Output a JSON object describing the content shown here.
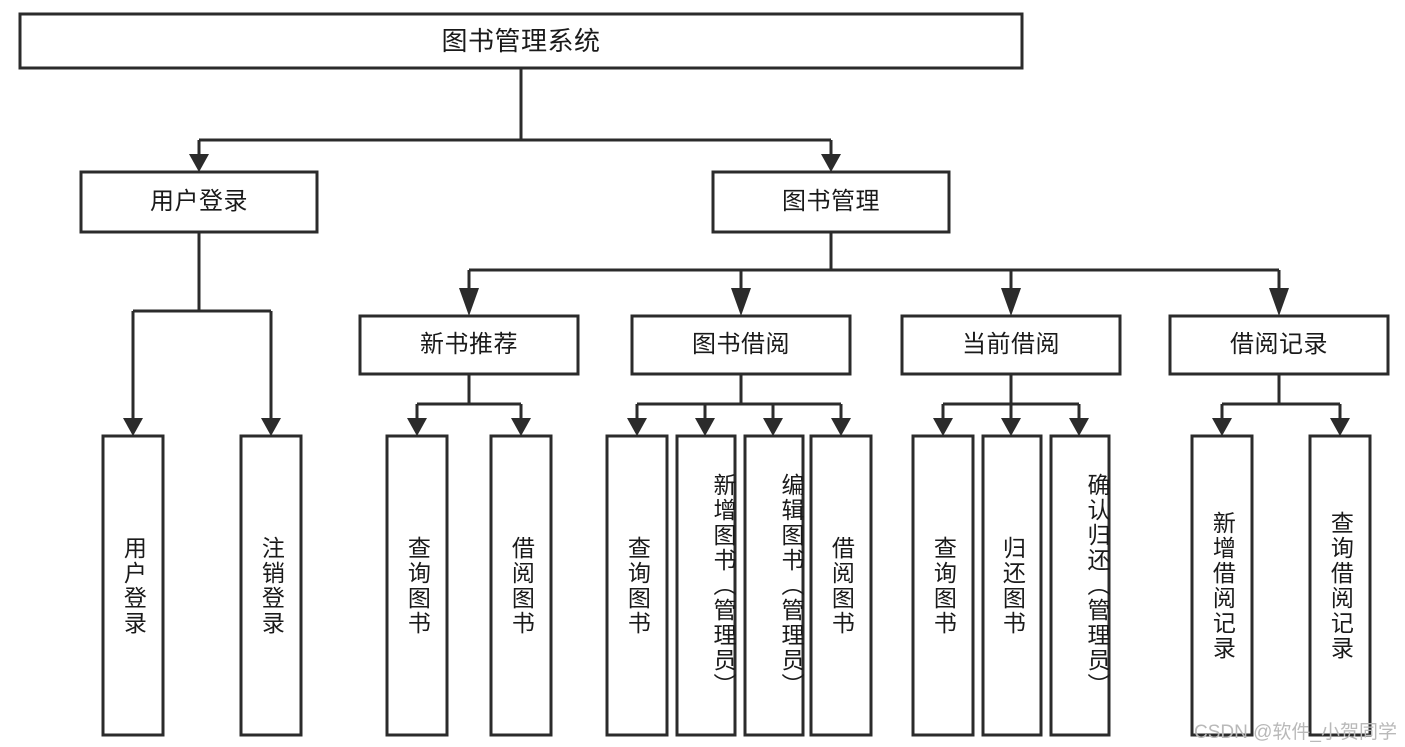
{
  "diagram": {
    "type": "tree-hierarchy",
    "title": "图书管理系统",
    "watermark": "CSDN @软件_小贺同学",
    "colors": {
      "stroke": "#2b2b2b",
      "fill": "#ffffff",
      "text": "#1a1a1a",
      "watermark": "#b9b9b9",
      "background": "#ffffff"
    },
    "nodes": {
      "root": {
        "label": "图书管理系统",
        "level": 1,
        "orientation": "horizontal"
      },
      "l2_user_login": {
        "label": "用户登录",
        "level": 2,
        "orientation": "horizontal"
      },
      "l2_book_manage": {
        "label": "图书管理",
        "level": 2,
        "orientation": "horizontal"
      },
      "l3_new_book_rec": {
        "label": "新书推荐",
        "level": 3,
        "orientation": "horizontal"
      },
      "l3_book_borrow": {
        "label": "图书借阅",
        "level": 3,
        "orientation": "horizontal"
      },
      "l3_current_borrow": {
        "label": "当前借阅",
        "level": 3,
        "orientation": "horizontal"
      },
      "l3_borrow_record": {
        "label": "借阅记录",
        "level": 3,
        "orientation": "horizontal"
      },
      "leaf_user_login": {
        "label": "用户登录",
        "level": 4,
        "orientation": "vertical"
      },
      "leaf_logout": {
        "label": "注销登录",
        "level": 4,
        "orientation": "vertical"
      },
      "leaf_query_book_a": {
        "label": "查询图书",
        "level": 4,
        "orientation": "vertical"
      },
      "leaf_borrow_book_a": {
        "label": "借阅图书",
        "level": 4,
        "orientation": "vertical"
      },
      "leaf_query_book_b": {
        "label": "查询图书",
        "level": 4,
        "orientation": "vertical"
      },
      "leaf_add_book": {
        "label": "新增图书（管理员）",
        "level": 4,
        "orientation": "vertical"
      },
      "leaf_edit_book": {
        "label": "编辑图书（管理员）",
        "level": 4,
        "orientation": "vertical"
      },
      "leaf_borrow_book_b": {
        "label": "借阅图书",
        "level": 4,
        "orientation": "vertical"
      },
      "leaf_query_book_c": {
        "label": "查询图书",
        "level": 4,
        "orientation": "vertical"
      },
      "leaf_return_book": {
        "label": "归还图书",
        "level": 4,
        "orientation": "vertical"
      },
      "leaf_confirm_return": {
        "label": "确认归还（管理员）",
        "level": 4,
        "orientation": "vertical"
      },
      "leaf_add_record": {
        "label": "新增借阅记录",
        "level": 4,
        "orientation": "vertical"
      },
      "leaf_query_record": {
        "label": "查询借阅记录",
        "level": 4,
        "orientation": "vertical"
      }
    },
    "edges": [
      {
        "from": "root",
        "to": "l2_user_login"
      },
      {
        "from": "root",
        "to": "l2_book_manage"
      },
      {
        "from": "l2_user_login",
        "to": "leaf_user_login"
      },
      {
        "from": "l2_user_login",
        "to": "leaf_logout"
      },
      {
        "from": "l2_book_manage",
        "to": "l3_new_book_rec"
      },
      {
        "from": "l2_book_manage",
        "to": "l3_book_borrow"
      },
      {
        "from": "l2_book_manage",
        "to": "l3_current_borrow"
      },
      {
        "from": "l2_book_manage",
        "to": "l3_borrow_record"
      },
      {
        "from": "l3_new_book_rec",
        "to": "leaf_query_book_a"
      },
      {
        "from": "l3_new_book_rec",
        "to": "leaf_borrow_book_a"
      },
      {
        "from": "l3_book_borrow",
        "to": "leaf_query_book_b"
      },
      {
        "from": "l3_book_borrow",
        "to": "leaf_add_book"
      },
      {
        "from": "l3_book_borrow",
        "to": "leaf_edit_book"
      },
      {
        "from": "l3_book_borrow",
        "to": "leaf_borrow_book_b"
      },
      {
        "from": "l3_current_borrow",
        "to": "leaf_query_book_c"
      },
      {
        "from": "l3_current_borrow",
        "to": "leaf_return_book"
      },
      {
        "from": "l3_current_borrow",
        "to": "leaf_confirm_return"
      },
      {
        "from": "l3_borrow_record",
        "to": "leaf_add_record"
      },
      {
        "from": "l3_borrow_record",
        "to": "leaf_query_record"
      }
    ]
  }
}
